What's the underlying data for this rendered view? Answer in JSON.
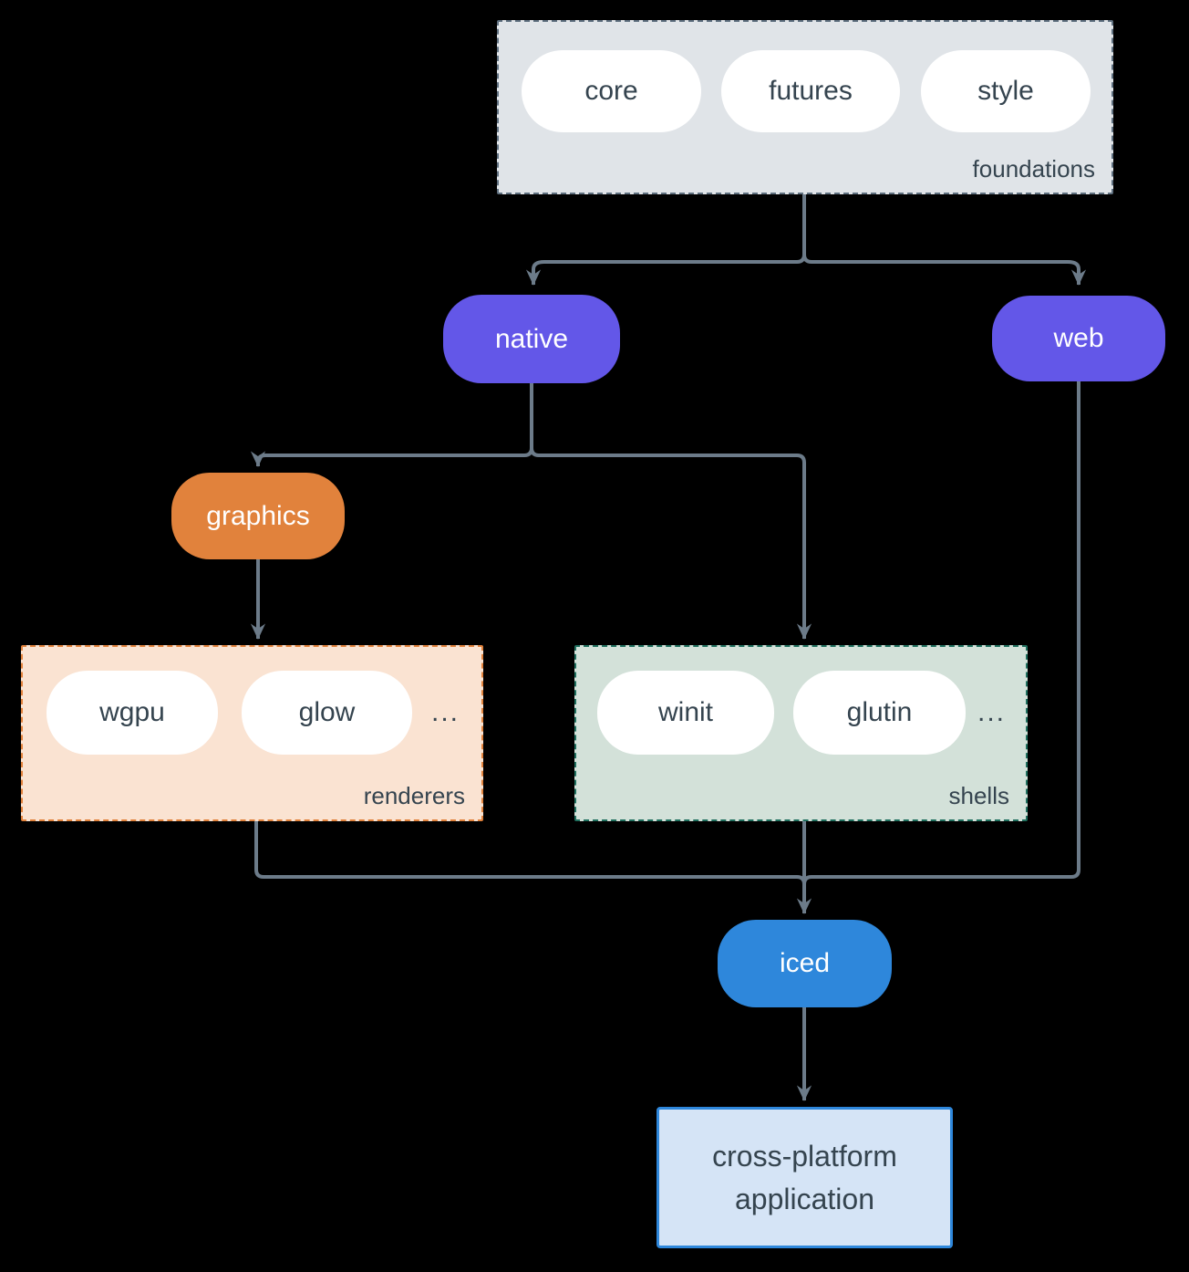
{
  "diagram": {
    "background": "#000000",
    "connector_color": "#6C7B89",
    "text_color": "#35444F",
    "groups": {
      "foundations": {
        "label": "foundations",
        "bg": "#E0E4E8",
        "border_color": "#5F7080",
        "items": [
          "core",
          "futures",
          "style"
        ]
      },
      "renderers": {
        "label": "renderers",
        "bg": "#FAE3D2",
        "border_color": "#E1823C",
        "items": [
          "wgpu",
          "glow"
        ],
        "ellipsis": "..."
      },
      "shells": {
        "label": "shells",
        "bg": "#D3E1D9",
        "border_color": "#20705F",
        "items": [
          "winit",
          "glutin"
        ],
        "ellipsis": "..."
      }
    },
    "nodes": {
      "native": {
        "label": "native",
        "color": "#6357E8"
      },
      "web": {
        "label": "web",
        "color": "#6357E8"
      },
      "graphics": {
        "label": "graphics",
        "color": "#E1823C"
      },
      "iced": {
        "label": "iced",
        "color": "#2E87DB"
      },
      "application": {
        "label": "cross-platform application",
        "bg": "#D5E4F6",
        "border_color": "#2E87DB"
      }
    },
    "edges": [
      {
        "from": "foundations",
        "to": "native"
      },
      {
        "from": "foundations",
        "to": "web"
      },
      {
        "from": "native",
        "to": "graphics"
      },
      {
        "from": "native",
        "to": "shells"
      },
      {
        "from": "graphics",
        "to": "renderers"
      },
      {
        "from": "renderers",
        "to": "iced"
      },
      {
        "from": "shells",
        "to": "iced"
      },
      {
        "from": "web",
        "to": "iced"
      },
      {
        "from": "iced",
        "to": "application"
      }
    ]
  }
}
